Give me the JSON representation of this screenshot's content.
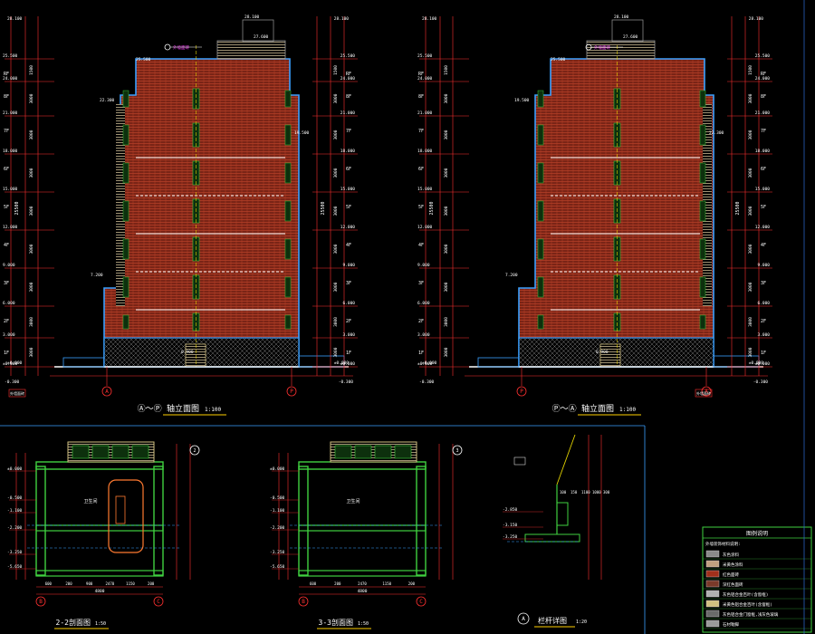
{
  "app": {
    "title": "CAD Elevation Drawing"
  },
  "colors": {
    "background": "#000000",
    "dim": "#ff3030",
    "brick": "#a0301c",
    "outline": "#3aa0ff",
    "ground": "#ffffff",
    "section": "#40d040",
    "titleBar": "#ffd000",
    "legendBorder": "#40d040",
    "annot": "#ffffff",
    "magenta": "#ff40ff",
    "yellow": "#e0d000"
  },
  "elevations": {
    "left": {
      "title": "Ⓐ～Ⓟ 轴立面图",
      "scale": "1:100",
      "axis_left": "A",
      "axis_right": "P",
      "top_level": "28.100",
      "roof_level": "27.600",
      "parapet_level": "25.500",
      "level_mark_left": "22.300",
      "level_mark_right": "19.500",
      "low_mark": "7.200",
      "door_mark": "0.900",
      "ground_level": "±0.000",
      "below_level": "-0.300",
      "note": "外墙面砖"
    },
    "right": {
      "title": "Ⓟ～Ⓐ 轴立面图",
      "scale": "1:100",
      "axis_left": "P",
      "axis_right": "A",
      "top_level": "28.100",
      "roof_level": "27.600",
      "parapet_level": "25.500",
      "level_mark_left": "19.500",
      "level_mark_right": "22.300",
      "low_mark": "7.200",
      "door_mark": "0.900",
      "ground_level": "±0.000",
      "below_level": "-0.300",
      "note": "外墙面砖"
    }
  },
  "floors": {
    "labels": [
      "RF",
      "8F",
      "7F",
      "6F",
      "5F",
      "4F",
      "3F",
      "2F",
      "1F"
    ],
    "levels": [
      "25.500",
      "24.000",
      "21.000",
      "18.000",
      "15.000",
      "12.000",
      "9.000",
      "6.000",
      "3.000",
      "±0.000"
    ],
    "storey_dims": [
      "1500",
      "3000",
      "3000",
      "3000",
      "3000",
      "3000",
      "3000",
      "3000",
      "3000"
    ],
    "total_dim": "25500"
  },
  "sections": [
    {
      "title": "2-2剖面图",
      "scale": "1:50",
      "room": "卫生间",
      "levels": [
        "±0.000",
        "-0.500",
        "-1.100",
        "-2.200",
        "-3.250",
        "-5.650"
      ],
      "dims_bottom": [
        "600",
        "200",
        "900",
        "2470",
        "1150",
        "200"
      ],
      "total": "4800",
      "axis_left": "B",
      "axis_right": "C",
      "callout": "2"
    },
    {
      "title": "3-3剖面图",
      "scale": "1:50",
      "room": "卫生间",
      "levels": [
        "±0.000",
        "-0.500",
        "-1.100",
        "-2.200",
        "-3.250",
        "-5.650"
      ],
      "dims_bottom": [
        "600",
        "200",
        "2470",
        "1150",
        "200"
      ],
      "total": "4800",
      "axis_left": "B",
      "axis_right": "C",
      "callout": "3"
    }
  ],
  "detail": {
    "title": "栏杆详图",
    "scale": "1:20",
    "number": "A",
    "levels": [
      "-2.850",
      "-3.150",
      "-3.250"
    ],
    "dims": [
      "100",
      "150",
      "1100",
      "1000",
      "300"
    ]
  },
  "legend": {
    "title": "图例说明",
    "subtitle": "外墙装饰材料说明:",
    "items": [
      {
        "swatch": "#8a8a8a",
        "label": "灰色涂料"
      },
      {
        "swatch": "#c0a080",
        "label": "米黄色涂料"
      },
      {
        "swatch": "#a0301c",
        "label": "红色面砖"
      },
      {
        "swatch": "#7a3a2a",
        "label": "深红色面砖"
      },
      {
        "swatch": "#b0b0b0",
        "label": "灰色铝合金百叶(含窗框)"
      },
      {
        "swatch": "#d0c080",
        "label": "米黄色铝合金百叶(含窗框)"
      },
      {
        "swatch": "#6a6a6a",
        "label": "灰色铝合金门窗框,浅灰色玻璃"
      },
      {
        "swatch": "#9a9a9a",
        "label": "石材勒脚"
      }
    ]
  }
}
